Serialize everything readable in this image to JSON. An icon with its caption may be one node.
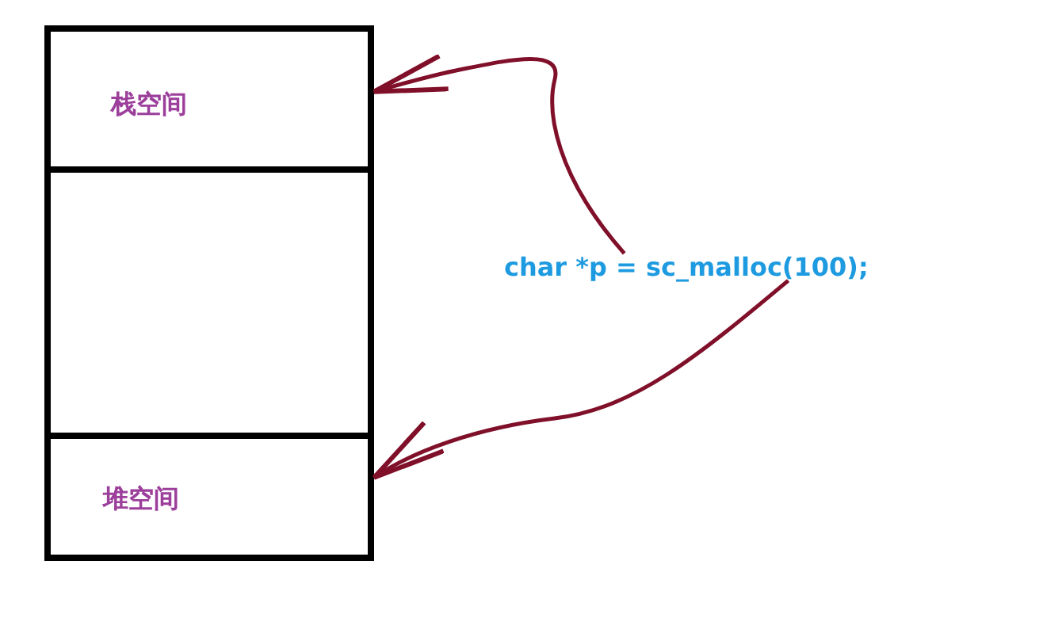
{
  "diagram": {
    "nodes": [
      {
        "text": [
          "栈空间"
        ]
      },
      {
        "text": [],
        "shape": "box"
      },
      {
        "text": [
          "堆空间"
        ]
      },
      {
        "text": [
          "char *p = sc_malloc(100);"
        ]
      }
    ],
    "edges": [
      {
        "from": 3,
        "to": 0,
        "arrow": "to"
      },
      {
        "from": 3,
        "to": 2,
        "arrow": "to"
      }
    ]
  }
}
